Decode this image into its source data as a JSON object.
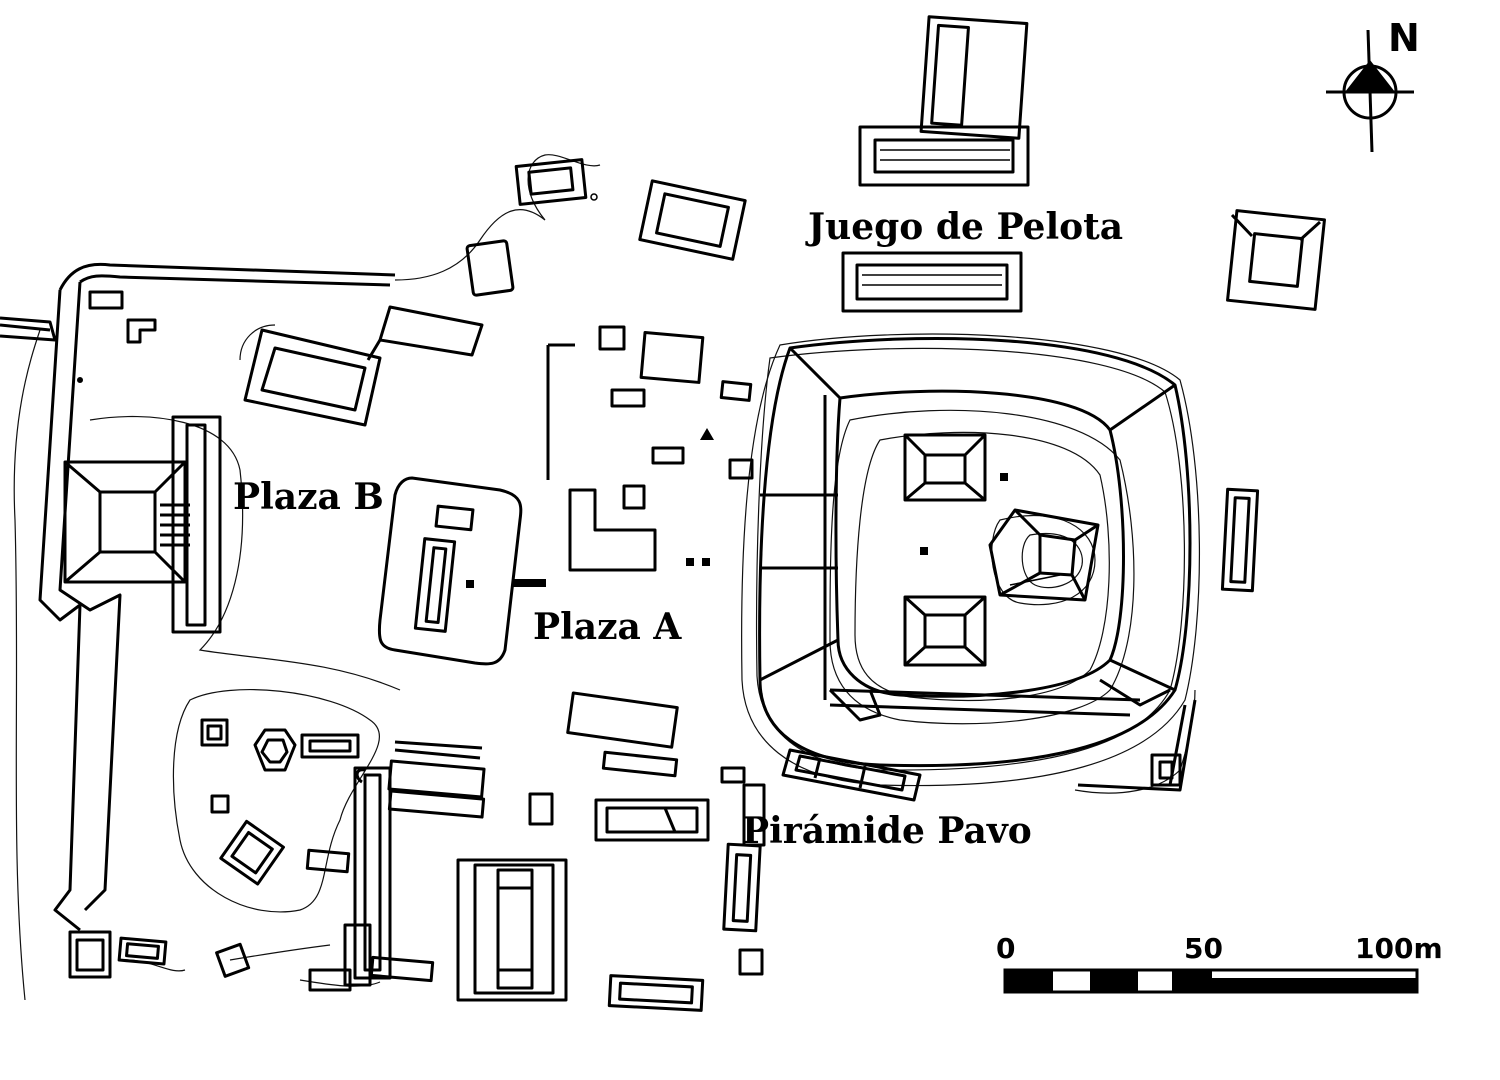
{
  "map": {
    "labels": {
      "juego_de_pelota": "Juego de Pelota",
      "plaza_b": "Plaza B",
      "plaza_a": "Plaza A",
      "piramide_pavo": "Pirámide Pavo"
    },
    "north": "N",
    "scale": {
      "tick_0": "0",
      "tick_50": "50",
      "tick_100": "100m"
    }
  }
}
